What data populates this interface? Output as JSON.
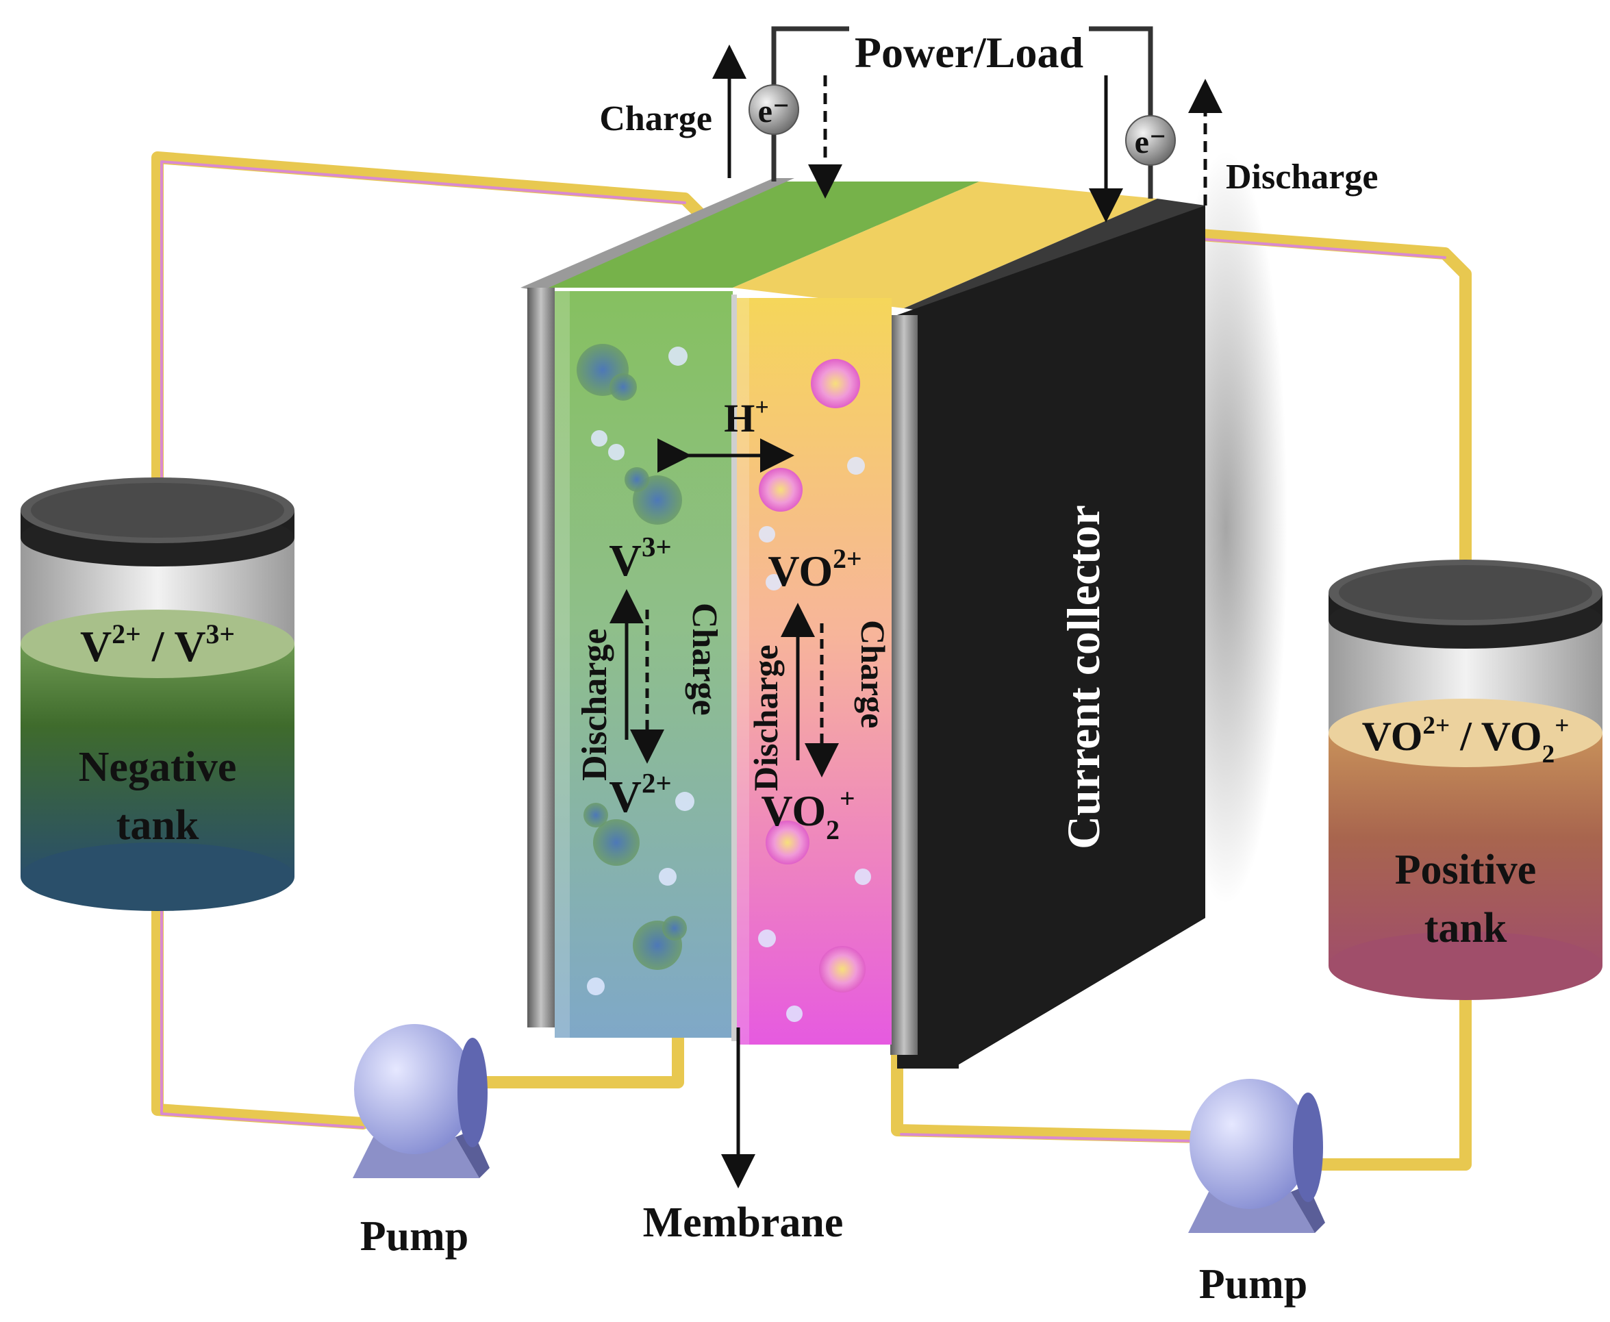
{
  "power_load": "Power/Load",
  "electron_label": "e⁻",
  "charge_top": "Charge",
  "discharge_top": "Discharge",
  "negative_tank": {
    "species_base_1": "V",
    "species_sup_1": "2+",
    "separator": " / ",
    "species_base_2": "V",
    "species_sup_2": "3+",
    "name_line1": "Negative",
    "name_line2": "tank"
  },
  "positive_tank": {
    "species_base_1": "VO",
    "species_sup_1": "2+",
    "separator": " / ",
    "species_base_2": "VO",
    "species_sub_2": "2",
    "species_sup_2": "+",
    "name_line1": "Positive",
    "name_line2": "tank"
  },
  "negative_half_cell": {
    "top_base": "V",
    "top_sup": "3+",
    "bottom_base": "V",
    "bottom_sup": "2+",
    "discharge": "Discharge",
    "charge": "Charge"
  },
  "positive_half_cell": {
    "top_base": "VO",
    "top_sup": "2+",
    "bottom_base": "VO",
    "bottom_sub": "2",
    "bottom_sup": "+",
    "discharge": "Discharge",
    "charge": "Charge"
  },
  "proton_base": "H",
  "proton_sup": "+",
  "current_collector": "Current collector",
  "membrane": "Membrane",
  "pump_left": "Pump",
  "pump_right": "Pump",
  "colors": {
    "negative_electrolyte": "#8cc26a",
    "positive_electrolyte": "#f0d060",
    "collector": "#1c1c1c",
    "pipe": "#e8c850"
  }
}
